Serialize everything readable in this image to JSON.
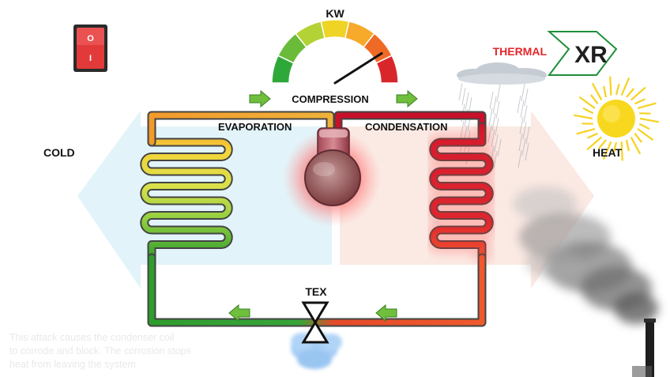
{
  "labels": {
    "kw": "KW",
    "compression": "COMPRESSION",
    "evaporation": "EVAPORATION",
    "condensation": "CONDENSATION",
    "cold": "COLD",
    "heat": "HEAT",
    "tex": "TEX"
  },
  "logo": {
    "left": "THERMAL",
    "right": "XR"
  },
  "caption_lines": [
    "This attack causes the condenser coil",
    "to corrode and block. The corrosion stops",
    "heat from leaving the system"
  ],
  "gauge": {
    "segments": 7,
    "needle_level": 0.82
  },
  "switch": {
    "state": "on",
    "top_symbol": "O",
    "bottom_symbol": "I"
  },
  "colors": {
    "cold_arrow": "#dff3f8",
    "heat_arrow": "#fbe7e0",
    "pipe_cold": "#2e9d2c",
    "pipe_hot": "#d71d1d",
    "flow_arrow": "#6fbf3c",
    "gauge_segments": [
      "#2fa83a",
      "#6abb39",
      "#b3d235",
      "#efd425",
      "#f7a92a",
      "#ef6a24",
      "#d8262b"
    ],
    "switch_red": "#e23a3a",
    "logo_red": "#e3262b",
    "logo_green": "#1f8f3a",
    "sun": "#f6d21f"
  },
  "icons": {
    "power_switch": "power-switch-icon",
    "gauge": "kw-gauge-icon",
    "compressor": "compressor-icon",
    "expansion_valve": "expansion-valve-icon",
    "sun": "sun-icon",
    "cloud": "cloud-icon",
    "rain": "rain-icon",
    "smoke": "smoke-icon",
    "chimney": "chimney-icon",
    "logo": "thermalxr-logo-icon"
  }
}
